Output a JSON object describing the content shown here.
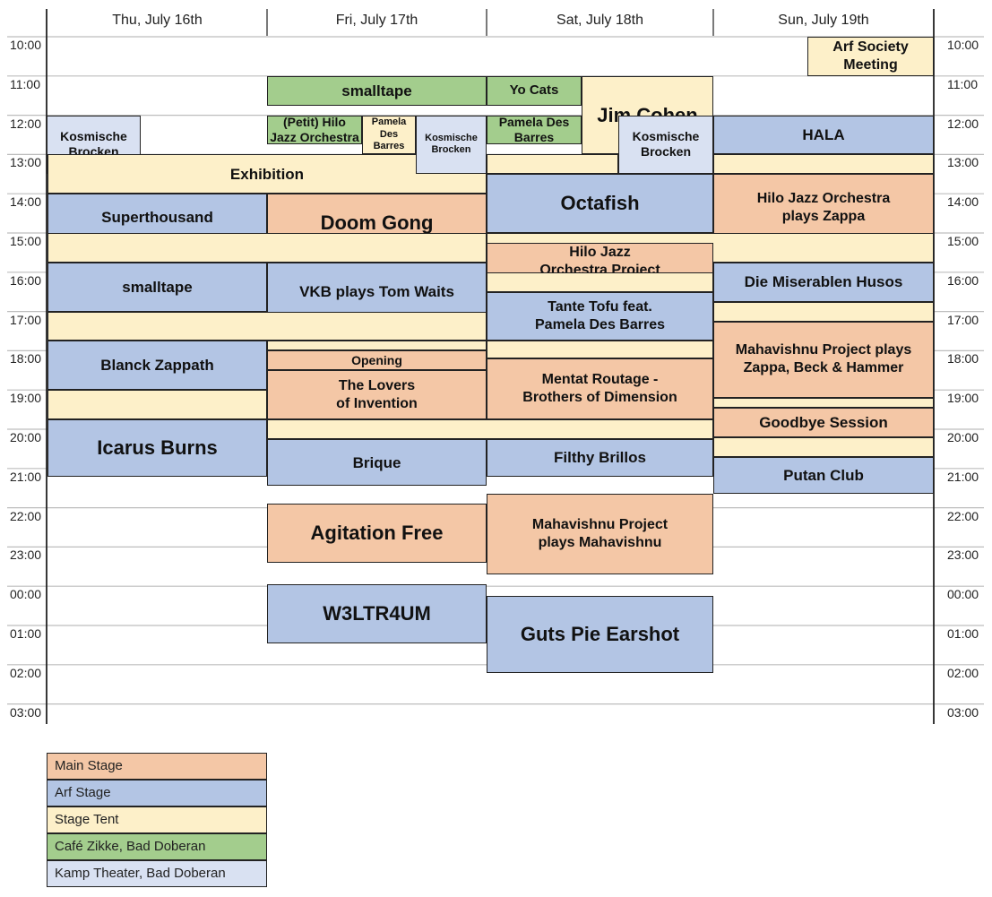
{
  "days": [
    "Thu, July 16th",
    "Fri, July 17th",
    "Sat, July 18th",
    "Sun, July 19th"
  ],
  "times": [
    "10:00",
    "11:00",
    "12:00",
    "13:00",
    "14:00",
    "15:00",
    "16:00",
    "17:00",
    "18:00",
    "19:00",
    "20:00",
    "21:00",
    "22:00",
    "23:00",
    "00:00",
    "01:00",
    "02:00",
    "03:00"
  ],
  "legend": [
    {
      "label": "Main Stage",
      "cls": "main",
      "color": "#f4c7a6"
    },
    {
      "label": "Arf Stage",
      "cls": "arf",
      "color": "#b3c5e4"
    },
    {
      "label": "Stage Tent",
      "cls": "tent",
      "color": "#fdf0c9"
    },
    {
      "label": "Café Zikke, Bad Doberan",
      "cls": "cafe",
      "color": "#a3cd8d"
    },
    {
      "label": "Kamp Theater, Bad Doberan",
      "cls": "kamp",
      "color": "#d9e1f2"
    }
  ],
  "events": [
    {
      "title": "Arf Society\nMeeting",
      "venue": "tent",
      "day": 3,
      "col": 1,
      "ncol": 2,
      "start": 10.0,
      "end": 11.0
    },
    {
      "title": "smalltape",
      "venue": "cafe",
      "day": 1,
      "col": 0,
      "ncol": 1,
      "start": 11.0,
      "end": 11.75
    },
    {
      "title": "Yo Cats",
      "venue": "cafe",
      "day": 2,
      "col": 0,
      "ncol": 2,
      "start": 11.0,
      "end": 11.75
    },
    {
      "title": "Jim Cohen",
      "venue": "tent",
      "day": 2,
      "col": 1,
      "ncol": 2,
      "start": 11.0,
      "end": 13.0
    },
    {
      "title": "Kosmische\nBrocken",
      "venue": "kamp",
      "day": 0,
      "col": 0,
      "ncol": 2,
      "start": 12.0,
      "end": 13.5
    },
    {
      "title": "Exhibition",
      "venue": "tent",
      "day": 0,
      "col": 0,
      "ncol": 1,
      "span": 2,
      "start": 13.0,
      "end": 14.0
    },
    {
      "title": "(Petit) Hilo\nJazz Orchestra",
      "venue": "cafe",
      "day": 1,
      "col": 0,
      "ncol": 2.3,
      "start": 12.0,
      "end": 12.75
    },
    {
      "title": "Pamela\nDes\nBarres",
      "venue": "tent",
      "day": 1,
      "col": 1,
      "ncol": 4,
      "start": 12.0,
      "end": 13.0
    },
    {
      "title": "Kosmische\nBrocken",
      "venue": "kamp",
      "day": 1,
      "col": 3,
      "ncol": 4,
      "start": 12.0,
      "end": 13.5
    },
    {
      "title": "Pamela Des\nBarres",
      "venue": "cafe",
      "day": 2,
      "col": 0,
      "ncol": 2,
      "start": 12.0,
      "end": 12.75
    },
    {
      "title": "",
      "venue": "tent",
      "day": 2,
      "col": 0,
      "ncol": 1,
      "start": 13.0,
      "end": 13.5
    },
    {
      "title": "Kosmische\nBrocken",
      "venue": "kamp",
      "day": 2,
      "col": 1.1,
      "ncol": 2,
      "start": 12.0,
      "end": 13.5
    },
    {
      "title": "HALA",
      "venue": "arf",
      "day": 3,
      "col": 0,
      "ncol": 1,
      "start": 12.0,
      "end": 13.0
    },
    {
      "title": "",
      "venue": "tent",
      "day": 3,
      "col": 0,
      "ncol": 1,
      "start": 13.0,
      "end": 13.5
    },
    {
      "title": "Superthousand",
      "venue": "arf",
      "day": 0,
      "col": 0,
      "ncol": 1,
      "start": 14.0,
      "end": 15.2
    },
    {
      "title": "Doom Gong",
      "venue": "main",
      "day": 1,
      "col": 0,
      "ncol": 1,
      "start": 14.0,
      "end": 15.5
    },
    {
      "title": "Octafish",
      "venue": "arf",
      "day": 2,
      "col": 0,
      "ncol": 1,
      "start": 13.5,
      "end": 15.0
    },
    {
      "title": "Hilo Jazz Orchestra\nplays Zappa",
      "venue": "main",
      "day": 3,
      "col": 0,
      "ncol": 1,
      "start": 13.5,
      "end": 15.2
    },
    {
      "title": "",
      "venue": "tent",
      "day": 0,
      "col": 0,
      "ncol": 1,
      "span": 2,
      "start": 15.0,
      "end": 15.75
    },
    {
      "title": "",
      "venue": "tent",
      "day": 2,
      "col": 0,
      "ncol": 1,
      "span": 2,
      "start": 15.0,
      "end": 15.75
    },
    {
      "title": "Hilo Jazz\nOrchestra Project",
      "venue": "main",
      "day": 2,
      "col": 0,
      "ncol": 1,
      "start": 15.25,
      "end": 16.2
    },
    {
      "title": "smalltape",
      "venue": "arf",
      "day": 0,
      "col": 0,
      "ncol": 1,
      "start": 15.75,
      "end": 17.0
    },
    {
      "title": "VKB plays Tom Waits",
      "venue": "arf",
      "day": 1,
      "col": 0,
      "ncol": 1,
      "start": 15.75,
      "end": 17.25
    },
    {
      "title": "",
      "venue": "tent",
      "day": 2,
      "col": 0,
      "ncol": 1,
      "start": 16.0,
      "end": 16.5
    },
    {
      "title": "Die Miserablen Husos",
      "venue": "arf",
      "day": 3,
      "col": 0,
      "ncol": 1,
      "start": 15.75,
      "end": 16.75
    },
    {
      "title": "Tante Tofu feat.\nPamela Des Barres",
      "venue": "arf",
      "day": 2,
      "col": 0,
      "ncol": 1,
      "start": 16.5,
      "end": 17.75
    },
    {
      "title": "",
      "venue": "tent",
      "day": 0,
      "col": 0,
      "ncol": 1,
      "span": 2,
      "start": 17.0,
      "end": 17.75
    },
    {
      "title": "",
      "venue": "tent",
      "day": 3,
      "col": 0,
      "ncol": 1,
      "start": 16.75,
      "end": 17.25
    },
    {
      "title": "Blanck Zappath",
      "venue": "arf",
      "day": 0,
      "col": 0,
      "ncol": 1,
      "start": 17.75,
      "end": 19.0
    },
    {
      "title": "",
      "venue": "tent",
      "day": 1,
      "col": 0,
      "ncol": 1,
      "start": 17.75,
      "end": 18.0
    },
    {
      "title": "Opening",
      "venue": "main",
      "day": 1,
      "col": 0,
      "ncol": 1,
      "start": 18.0,
      "end": 18.5
    },
    {
      "title": "The Lovers\nof Invention",
      "venue": "main",
      "day": 1,
      "col": 0,
      "ncol": 1,
      "start": 18.5,
      "end": 19.75
    },
    {
      "title": "",
      "venue": "tent",
      "day": 2,
      "col": 0,
      "ncol": 1,
      "start": 17.75,
      "end": 18.2
    },
    {
      "title": "Mentat Routage -\nBrothers of Dimension",
      "venue": "main",
      "day": 2,
      "col": 0,
      "ncol": 1,
      "start": 18.2,
      "end": 19.75
    },
    {
      "title": "Mahavishnu Project plays\nZappa, Beck & Hammer",
      "venue": "main",
      "day": 3,
      "col": 0,
      "ncol": 1,
      "start": 17.25,
      "end": 19.2
    },
    {
      "title": "",
      "venue": "tent",
      "day": 3,
      "col": 0,
      "ncol": 1,
      "start": 19.2,
      "end": 19.45
    },
    {
      "title": "",
      "venue": "tent",
      "day": 0,
      "col": 0,
      "ncol": 1,
      "start": 19.0,
      "end": 19.75
    },
    {
      "title": "Goodbye Session",
      "venue": "main",
      "day": 3,
      "col": 0,
      "ncol": 1,
      "start": 19.45,
      "end": 20.2
    },
    {
      "title": "Icarus Burns",
      "venue": "arf",
      "day": 0,
      "col": 0,
      "ncol": 1,
      "start": 19.75,
      "end": 21.2
    },
    {
      "title": "",
      "venue": "tent",
      "day": 1,
      "col": 0,
      "ncol": 1,
      "span": 2,
      "start": 19.75,
      "end": 20.25
    },
    {
      "title": "Brique",
      "venue": "arf",
      "day": 1,
      "col": 0,
      "ncol": 1,
      "start": 20.25,
      "end": 21.45
    },
    {
      "title": "Filthy Brillos",
      "venue": "arf",
      "day": 2,
      "col": 0,
      "ncol": 1,
      "start": 20.25,
      "end": 21.2
    },
    {
      "title": "",
      "venue": "tent",
      "day": 3,
      "col": 0,
      "ncol": 1,
      "start": 20.2,
      "end": 20.7
    },
    {
      "title": "Putan Club",
      "venue": "arf",
      "day": 3,
      "col": 0,
      "ncol": 1,
      "start": 20.7,
      "end": 21.65
    },
    {
      "title": "Agitation Free",
      "venue": "main",
      "day": 1,
      "col": 0,
      "ncol": 1,
      "start": 21.9,
      "end": 23.4
    },
    {
      "title": "Mahavishnu Project\nplays Mahavishnu",
      "venue": "main",
      "day": 2,
      "col": 0,
      "ncol": 1,
      "start": 21.65,
      "end": 23.7
    },
    {
      "title": "W3LTR4UM",
      "venue": "arf",
      "day": 1,
      "col": 0,
      "ncol": 1,
      "start": 23.95,
      "end": 25.45
    },
    {
      "title": "Guts Pie Earshot",
      "venue": "arf",
      "day": 2,
      "col": 0,
      "ncol": 1,
      "start": 24.25,
      "end": 26.2
    }
  ]
}
